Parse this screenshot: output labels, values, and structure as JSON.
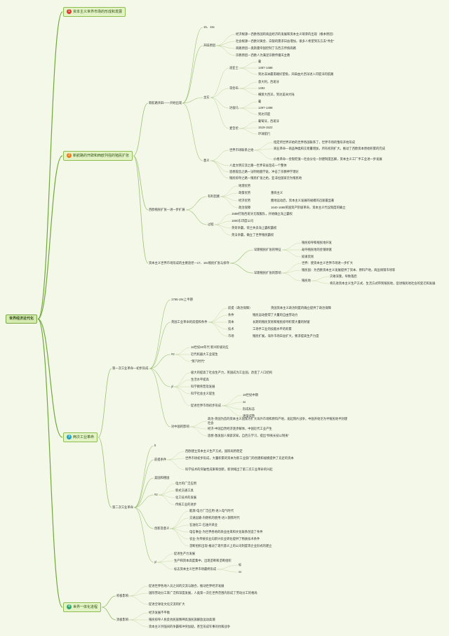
{
  "root": {
    "label": "世界经济近代化"
  },
  "b1": {
    "num": "1",
    "num_color": "#e23b2e",
    "label": "资本主义世界市场的形成和发展"
  },
  "b2": {
    "num": "2",
    "num_color": "#ef7d1a",
    "label": "新航路的开辟和西欧列强的殖民扩张",
    "l2a": "新航路开辟——开始出现",
    "time": "15、16c",
    "bg": "开辟原因",
    "bg_items": [
      "经济根源—西欧各国的商品经济的发展和资本主义萌芽的出现（根本原因）",
      "社会根源—西欧对黄金、白银的需求日益增加，很多人希望到东方去“寻金”",
      "商路原因—奥斯曼帝国控制了东西方传统商路",
      "宗教原因—西欧人为满足宗教传播天主教"
    ],
    "guo": "主实",
    "dias": {
      "name": "迪亚士",
      "items": [
        "葡",
        "1487-1488",
        "到达非洲最南端好望角，开辟由大西洋进入印度洋的航路"
      ]
    },
    "geluobu": {
      "name": "哥伦布",
      "items": [
        "意大利，西班牙",
        "1492",
        "横渡大西洋，到达美洲大陆"
      ]
    },
    "dajiama": {
      "name": "达伽马",
      "items": [
        "葡",
        "1497-1498",
        "到达印度"
      ]
    },
    "maizhelun": {
      "name": "麦哲伦",
      "items": [
        "葡萄牙，西班牙",
        "1519-1522",
        "环球航行"
      ]
    },
    "yiyi": "意义",
    "shichang": "世界市场联系之始",
    "shichang_items": [
      "指定所世界开始的世界各国联系了，世界市场的雏形开始形成",
      "商业革命—商品种类和交易量增加，所有权的扩大，推动了西欧资本原始积累的完成",
      "价格革命—金银贬值—社会分化—封建制度瓦解，资本主义工厂手工业进一步发展"
    ],
    "yiyi_items": [
      "人类文明交流之路—世界日益连成一个整体",
      "思想观念之路—证明地圆学说，冲击了宗教神学理论",
      "殖民掠夺之路—殖民扩张之始，亚非拉国家沦为殖民地"
    ],
    "kz": "西欧殖民扩张—进一步扩展",
    "condition": "有利因素",
    "cond_items": [
      {
        "k": "地理优势",
        "v": ""
      },
      {
        "k": "政策优势",
        "v": "重商主义"
      },
      {
        "k": "经济优势",
        "v": "圈地运动后，资本主义发展的规模的迅速最显著"
      },
      {
        "k": "政治保障",
        "v": "1640-1688英国资产阶级革命，资本主义代议制度的确立"
      }
    ],
    "process": "过程",
    "proc_items": [
      "1588打败西班牙无敌舰队，开始确立海上霸权",
      "1600东印度公司",
      "英荷争霸，荷兰失去海上霸权霸权",
      "英法争霸，确立了世界殖民霸权"
    ],
    "fz": "资本主义世界市场形成的主要途径—17、18c殖民扩张与掠夺",
    "zxfs": "早期殖民扩张的特征",
    "zxfs_items": [
      "殖民掠夺和殖民地开发",
      "劫夺殖民地的金银财富",
      "奴隶贸易"
    ],
    "zxyx": "早期殖民扩张的影响",
    "zxyx_items": [
      "世界：使资本主义世界市场进一步扩大",
      "殖民国：为西欧资本主义发展提供了资本、原料产地，商品倾销市场等"
    ],
    "zmd": "殖民地",
    "zmd_items": [
      "灾难深重，导致落后",
      "将先进资本主义生产方式、生活方式带到殖民地，促进殖民地社会的变迁和发展"
    ]
  },
  "b3": {
    "num": "3",
    "num_color": "#21a0c6",
    "label": "两次工业革命",
    "first": "第一次工业革命—初步形成",
    "f_time": "1765-19c上半期",
    "f_cond": "英国工业革命的前提和条件",
    "f_cond_items": [
      {
        "k": "前提（政治保障）",
        "v": "英国资本主义政治制度的确立提供了政治保障"
      },
      {
        "k": "条件",
        "v": "殖民运动使得了大量的自由劳动力"
      },
      {
        "k": "资本",
        "v": "长期的殖民贸易和殖民掠夺积累大量的财富"
      },
      {
        "k": "技术",
        "v": "工场手工业的技能水平的积累"
      },
      {
        "k": "市场",
        "v": "殖民扩展，海外市场日益扩大，要求提高生产力度"
      }
    ],
    "f_hao": "#2",
    "f_hao_items": [
      "18世纪60年代 新兴阶级对应",
      "近代机器大工业诞生",
      "“蒸汽时代”"
    ],
    "f_yingx": "yl",
    "f_yx_items": [
      "极大的提高了社会生产力，英国成为工业国，改变了人口结构",
      "生活水平提高",
      "科学教育普及发展",
      "科学社会主义诞生"
    ],
    "f_wm": "促进世界市场初步形成",
    "f_wm_items": [
      "19世纪中期",
      "xx",
      "形成标志",
      "逐渐成熟"
    ],
    "f_china": "对中国的影响",
    "f_china_items": [
      "政治-英国为首的资本主义国家为扩大海外市场和原料产地，发起鸦片战争，中国开始沦为半殖民地半封建社会",
      "经济-中国自然经济逐步解体，中国近代工业产生",
      "思想-激发国人探索求知，自西方学习，提出“师夷长技以制夷”"
    ],
    "second": "第二次工业革命",
    "s_time": "lt",
    "s_cond": "前提条件",
    "s_cond_items": [
      "西欧建立资本主义生产方式，国际局势稳定",
      "世界市场初步形成，大量积累的资本为新工业部门的创建和规模提供了充足的资本",
      "科学技术的突破性成果和创新，新领域出了第二次工业革命的兴起"
    ],
    "s_mj": "美国和德国",
    "s_hao": "#2",
    "s_hao_items": [
      "电力的广泛应用",
      "新式交通工具",
      "化工技术的发展",
      "传统工业的进步"
    ],
    "s_cx": "创新及意义",
    "s_cx_items": [
      "能源-电力广泛应用-进入电气时代",
      "交通运输-内燃机的使用-进入钢铁时代",
      "石油化工-石油开采业",
      "电信事业-为世界各地的商业往来和文化联系创造了条件",
      "农业-为传统农业向新兴农业转化提供了物质技术条件",
      "垄断组织出现-推动了现代意义上的公司制度等企业形式的建立"
    ],
    "s_yx": "yl",
    "s_yx_items": [
      "促进生产力发展",
      "生产和资本高度集中，出现垄断和垄断组织"
    ],
    "s_wm": "标志资本主义世界市场最终形成",
    "s_wm_items": [
      "标",
      "xx"
    ]
  },
  "b4": {
    "num": "4",
    "num_color": "#2fa76a",
    "label": "世界一体化进程",
    "jj": "积极影响",
    "jj_items": [
      "促进世界各地人员之间的交流与融合，推动世界经济发展",
      "国际劳动分工来广泛和深度发展，人类第一次在世界范围内形成了劳动分工的格局",
      "促进全球化文化交流的扩大"
    ],
    "xj": "消极影响",
    "xj_items": [
      "经济发展不平衡",
      "殖民掠夺人民反抗民族精神高涨民族解放运动高潮",
      "资本主义列强间的争霸和冲突加剧，甚至形成军事对抗和战争"
    ]
  },
  "colors": {
    "line_main": "#6fa83a",
    "line_sub": "#9bbf72",
    "line_leaf": "#b7cf98",
    "box_border": "#8cbf50",
    "box_fill": "#e4f3c5"
  }
}
